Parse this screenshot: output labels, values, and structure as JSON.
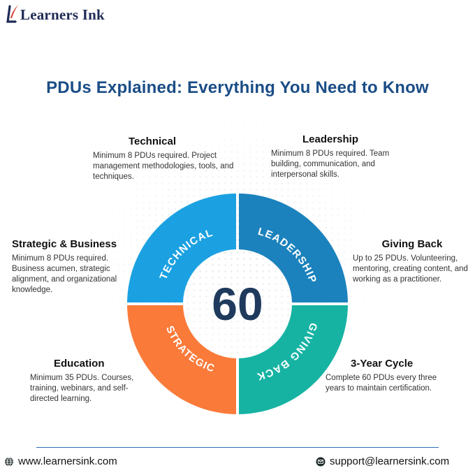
{
  "brand": {
    "name": "Learners Ink"
  },
  "title": "PDUs Explained: Everything You Need to Know",
  "center_value": "60",
  "segments": [
    {
      "label": "TECHNICAL",
      "color": "#1ba1e2"
    },
    {
      "label": "LEADERSHIP",
      "color": "#1b82bd"
    },
    {
      "label": "GIVING BACK",
      "color": "#16b3a3"
    },
    {
      "label": "STRATEGIC",
      "color": "#fa7a3a"
    }
  ],
  "blocks": {
    "technical": {
      "title": "Technical",
      "text": "Minimum 8 PDUs required. Project management methodologies, tools, and techniques."
    },
    "leadership": {
      "title": "Leadership",
      "text": "Minimum 8 PDUs required. Team building, communication, and interpersonal skills."
    },
    "strategic": {
      "title": "Strategic & Business",
      "text": "Minimum 8 PDUs required. Business acumen, strategic alignment, and organizational knowledge."
    },
    "givingback": {
      "title": "Giving Back",
      "text": "Up to 25 PDUs. Volunteering, mentoring, creating content, and working as a practitioner."
    },
    "education": {
      "title": "Education",
      "text": "Minimum 35 PDUs. Courses, training, webinars, and self-directed learning."
    },
    "cycle": {
      "title": "3-Year Cycle",
      "text": "Complete 60 PDUs every three years to maintain certification."
    }
  },
  "footer": {
    "website": "www.learnersink.com",
    "email": "support@learnersink.com"
  },
  "colors": {
    "title": "#1a4d86",
    "center": "#1f3a5c",
    "brand": "#1f2b55",
    "brand_accent": "#d03a2a"
  },
  "icons": {
    "website": "globe-icon",
    "email": "envelope-icon",
    "logo": "quill-pen-icon"
  }
}
